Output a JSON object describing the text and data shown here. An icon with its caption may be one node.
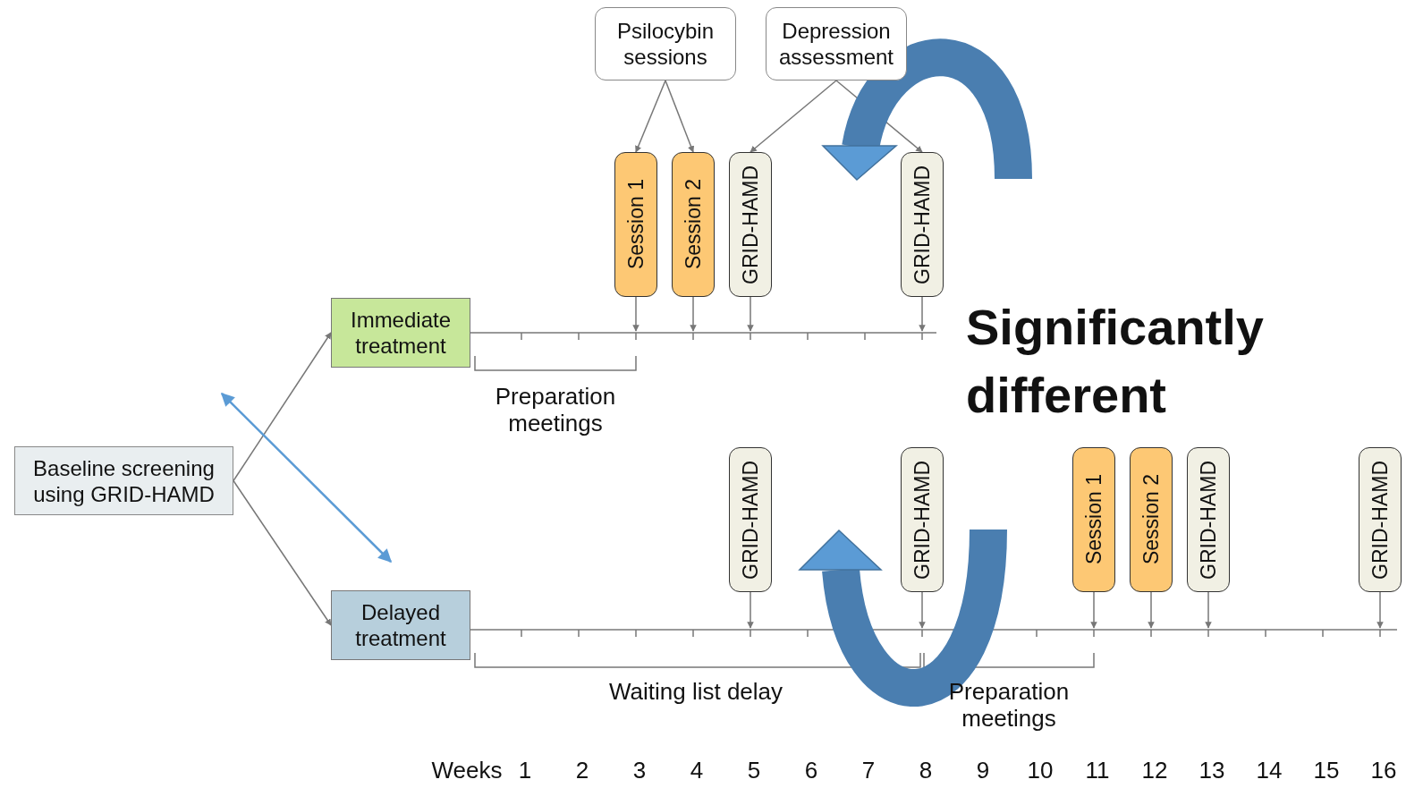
{
  "diagram": {
    "nodes": [
      {
        "text": [
          "Psilocybin sessions"
        ]
      },
      {
        "text": [
          "Depression assessment"
        ]
      },
      {
        "text": [
          "Session 1"
        ]
      },
      {
        "text": [
          "Session 2"
        ]
      },
      {
        "text": [
          "GRID-HAMD"
        ]
      },
      {
        "text": [
          "GRID-HAMD"
        ]
      },
      {
        "text": [
          "Immediate treatment"
        ]
      },
      {
        "text": [
          "Baseline screening using GRID-HAMD"
        ]
      },
      {
        "text": [
          "Delayed treatment"
        ]
      },
      {
        "text": [
          "GRID-HAMD"
        ]
      },
      {
        "text": [
          "GRID-HAMD"
        ]
      },
      {
        "text": [
          "Session 1"
        ]
      },
      {
        "text": [
          "Session 2"
        ]
      },
      {
        "text": [
          "GRID-HAMD"
        ]
      },
      {
        "text": [
          "GRID-HAMD"
        ]
      }
    ],
    "edges": [
      {
        "from": 0,
        "to": 2,
        "arrow": "to"
      },
      {
        "from": 0,
        "to": 3,
        "arrow": "to"
      },
      {
        "from": 1,
        "to": 4,
        "arrow": "to"
      },
      {
        "from": 1,
        "to": 5,
        "arrow": "to"
      },
      {
        "from": 7,
        "to": 6,
        "arrow": "to"
      },
      {
        "from": 7,
        "to": 8,
        "arrow": "to"
      },
      {
        "from": 2,
        "to": null,
        "arrow": "to"
      },
      {
        "from": 3,
        "to": null,
        "arrow": "to"
      },
      {
        "from": 4,
        "to": null,
        "arrow": "to"
      },
      {
        "from": 5,
        "to": null,
        "arrow": "to"
      },
      {
        "from": 9,
        "to": null,
        "arrow": "to"
      },
      {
        "from": 10,
        "to": null,
        "arrow": "to"
      },
      {
        "from": 11,
        "to": null,
        "arrow": "to"
      },
      {
        "from": 12,
        "to": null,
        "arrow": "to"
      },
      {
        "from": 13,
        "to": null,
        "arrow": "to"
      },
      {
        "from": 14,
        "to": null,
        "arrow": "to"
      }
    ],
    "labels": [
      "Significantly different",
      "Preparation meetings",
      "Waiting list delay",
      "Preparation meetings",
      "Weeks",
      "1",
      "2",
      "3",
      "4",
      "5",
      "6",
      "7",
      "8",
      "9",
      "10",
      "11",
      "12",
      "13",
      "14",
      "15",
      "16"
    ]
  }
}
